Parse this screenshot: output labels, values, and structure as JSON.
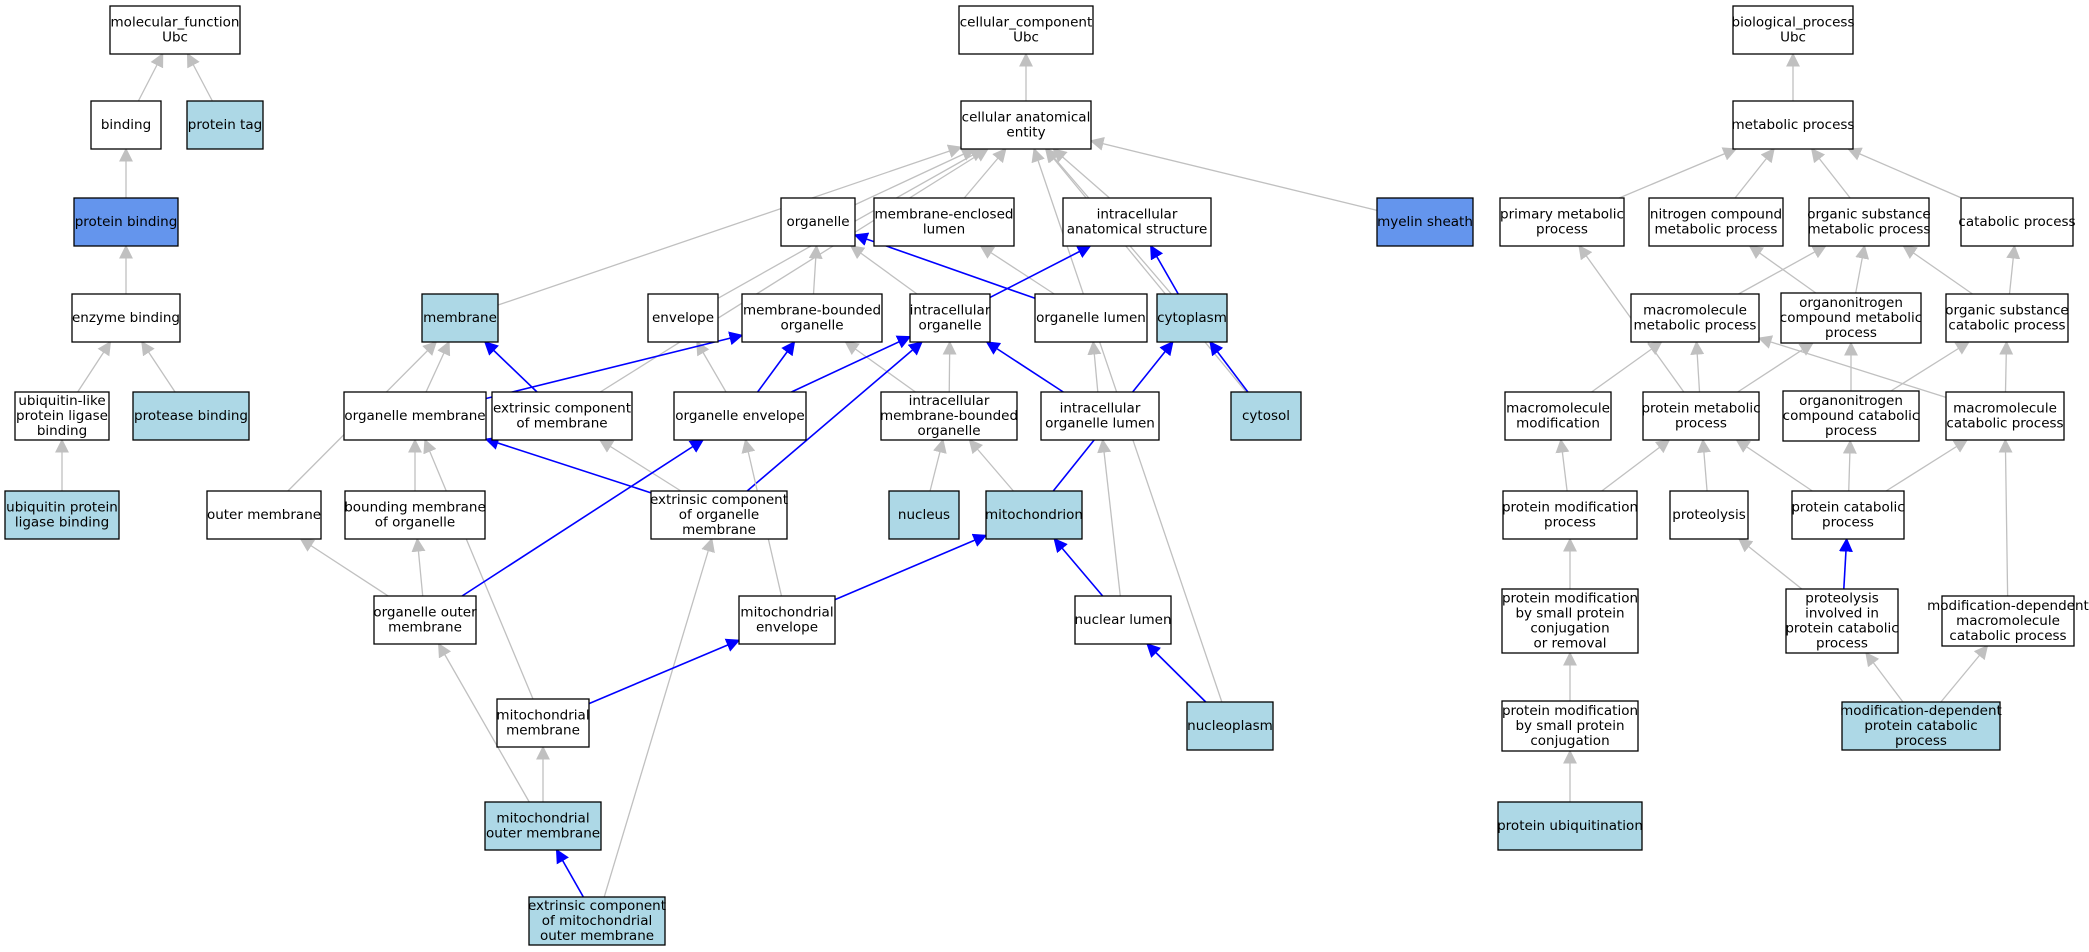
{
  "colors": {
    "white": "#ffffff",
    "light": "#add8e6",
    "strong": "#6495ed",
    "edge_gray": "#c0c0c0",
    "edge_blue": "#0000ff"
  },
  "nodes": [
    {
      "id": "mf",
      "lines": [
        "molecular_function",
        "Ubc"
      ],
      "fill": "white"
    },
    {
      "id": "binding",
      "lines": [
        "binding"
      ],
      "fill": "white"
    },
    {
      "id": "protein_tag",
      "lines": [
        "protein tag"
      ],
      "fill": "light"
    },
    {
      "id": "protein_binding",
      "lines": [
        "protein binding"
      ],
      "fill": "strong"
    },
    {
      "id": "enzyme_binding",
      "lines": [
        "enzyme binding"
      ],
      "fill": "white"
    },
    {
      "id": "ubl_ligase",
      "lines": [
        "ubiquitin-like",
        "protein ligase",
        "binding"
      ],
      "fill": "white"
    },
    {
      "id": "protease_binding",
      "lines": [
        "protease binding"
      ],
      "fill": "light"
    },
    {
      "id": "ub_ligase",
      "lines": [
        "ubiquitin protein",
        "ligase binding"
      ],
      "fill": "light"
    },
    {
      "id": "cc",
      "lines": [
        "cellular_component",
        "Ubc"
      ],
      "fill": "white"
    },
    {
      "id": "cae",
      "lines": [
        "cellular anatomical",
        "entity"
      ],
      "fill": "white"
    },
    {
      "id": "organelle",
      "lines": [
        "organelle"
      ],
      "fill": "white"
    },
    {
      "id": "mel",
      "lines": [
        "membrane-enclosed",
        "lumen"
      ],
      "fill": "white"
    },
    {
      "id": "ias",
      "lines": [
        "intracellular",
        "anatomical structure"
      ],
      "fill": "white"
    },
    {
      "id": "myelin",
      "lines": [
        "myelin sheath"
      ],
      "fill": "strong"
    },
    {
      "id": "membrane",
      "lines": [
        "membrane"
      ],
      "fill": "light"
    },
    {
      "id": "envelope",
      "lines": [
        "envelope"
      ],
      "fill": "white"
    },
    {
      "id": "mbo",
      "lines": [
        "membrane-bounded",
        "organelle"
      ],
      "fill": "white"
    },
    {
      "id": "io",
      "lines": [
        "intracellular",
        "organelle"
      ],
      "fill": "white"
    },
    {
      "id": "org_lumen",
      "lines": [
        "organelle lumen"
      ],
      "fill": "white"
    },
    {
      "id": "cytoplasm",
      "lines": [
        "cytoplasm"
      ],
      "fill": "light"
    },
    {
      "id": "org_mem",
      "lines": [
        "organelle membrane"
      ],
      "fill": "white"
    },
    {
      "id": "ext_mem",
      "lines": [
        "extrinsic component",
        "of membrane"
      ],
      "fill": "white"
    },
    {
      "id": "org_env",
      "lines": [
        "organelle envelope"
      ],
      "fill": "white"
    },
    {
      "id": "imbo",
      "lines": [
        "intracellular",
        "membrane-bounded",
        "organelle"
      ],
      "fill": "white"
    },
    {
      "id": "iol",
      "lines": [
        "intracellular",
        "organelle lumen"
      ],
      "fill": "white"
    },
    {
      "id": "cytosol",
      "lines": [
        "cytosol"
      ],
      "fill": "light"
    },
    {
      "id": "outer_mem",
      "lines": [
        "outer membrane"
      ],
      "fill": "white"
    },
    {
      "id": "bmo",
      "lines": [
        "bounding membrane",
        "of organelle"
      ],
      "fill": "white"
    },
    {
      "id": "ext_org_mem",
      "lines": [
        "extrinsic component",
        "of organelle",
        "membrane"
      ],
      "fill": "white"
    },
    {
      "id": "nucleus",
      "lines": [
        "nucleus"
      ],
      "fill": "light"
    },
    {
      "id": "mito",
      "lines": [
        "mitochondrion"
      ],
      "fill": "light"
    },
    {
      "id": "oom",
      "lines": [
        "organelle outer",
        "membrane"
      ],
      "fill": "white"
    },
    {
      "id": "mito_env",
      "lines": [
        "mitochondrial",
        "envelope"
      ],
      "fill": "white"
    },
    {
      "id": "nuc_lumen",
      "lines": [
        "nuclear lumen"
      ],
      "fill": "white"
    },
    {
      "id": "mito_mem",
      "lines": [
        "mitochondrial",
        "membrane"
      ],
      "fill": "white"
    },
    {
      "id": "nucleoplasm",
      "lines": [
        "nucleoplasm"
      ],
      "fill": "light"
    },
    {
      "id": "mom",
      "lines": [
        "mitochondrial",
        "outer membrane"
      ],
      "fill": "light"
    },
    {
      "id": "ext_mom",
      "lines": [
        "extrinsic component",
        "of mitochondrial",
        "outer membrane"
      ],
      "fill": "light"
    },
    {
      "id": "bp",
      "lines": [
        "biological_process",
        "Ubc"
      ],
      "fill": "white"
    },
    {
      "id": "metab",
      "lines": [
        "metabolic process"
      ],
      "fill": "white"
    },
    {
      "id": "prim_metab",
      "lines": [
        "primary metabolic",
        "process"
      ],
      "fill": "white"
    },
    {
      "id": "nitro_metab",
      "lines": [
        "nitrogen compound",
        "metabolic process"
      ],
      "fill": "white"
    },
    {
      "id": "osm",
      "lines": [
        "organic substance",
        "metabolic process"
      ],
      "fill": "white"
    },
    {
      "id": "catab",
      "lines": [
        "catabolic process"
      ],
      "fill": "white"
    },
    {
      "id": "macro_metab",
      "lines": [
        "macromolecule",
        "metabolic process"
      ],
      "fill": "white"
    },
    {
      "id": "on_metab",
      "lines": [
        "organonitrogen",
        "compound metabolic",
        "process"
      ],
      "fill": "white"
    },
    {
      "id": "os_catab",
      "lines": [
        "organic substance",
        "catabolic process"
      ],
      "fill": "white"
    },
    {
      "id": "macro_mod",
      "lines": [
        "macromolecule",
        "modification"
      ],
      "fill": "white"
    },
    {
      "id": "prot_metab",
      "lines": [
        "protein metabolic",
        "process"
      ],
      "fill": "white"
    },
    {
      "id": "on_catab",
      "lines": [
        "organonitrogen",
        "compound catabolic",
        "process"
      ],
      "fill": "white"
    },
    {
      "id": "macro_catab",
      "lines": [
        "macromolecule",
        "catabolic process"
      ],
      "fill": "white"
    },
    {
      "id": "prot_mod",
      "lines": [
        "protein modification",
        "process"
      ],
      "fill": "white"
    },
    {
      "id": "proteolysis",
      "lines": [
        "proteolysis"
      ],
      "fill": "white"
    },
    {
      "id": "prot_catab",
      "lines": [
        "protein catabolic",
        "process"
      ],
      "fill": "white"
    },
    {
      "id": "pm_spcr",
      "lines": [
        "protein modification",
        "by small protein",
        "conjugation",
        "or removal"
      ],
      "fill": "white"
    },
    {
      "id": "prot_inv",
      "lines": [
        "proteolysis",
        "involved in",
        "protein catabolic",
        "process"
      ],
      "fill": "white"
    },
    {
      "id": "mdmc",
      "lines": [
        "modification-dependent",
        "macromolecule",
        "catabolic process"
      ],
      "fill": "white"
    },
    {
      "id": "pm_spc",
      "lines": [
        "protein modification",
        "by small protein",
        "conjugation"
      ],
      "fill": "white"
    },
    {
      "id": "mdpc",
      "lines": [
        "modification-dependent",
        "protein catabolic",
        "process"
      ],
      "fill": "light"
    },
    {
      "id": "prot_ubiq",
      "lines": [
        "protein ubiquitination"
      ],
      "fill": "light"
    }
  ],
  "edges": [
    {
      "from": "binding",
      "to": "mf",
      "color": "gray"
    },
    {
      "from": "protein_tag",
      "to": "mf",
      "color": "gray"
    },
    {
      "from": "protein_binding",
      "to": "binding",
      "color": "gray"
    },
    {
      "from": "enzyme_binding",
      "to": "protein_binding",
      "color": "gray"
    },
    {
      "from": "ubl_ligase",
      "to": "enzyme_binding",
      "color": "gray"
    },
    {
      "from": "protease_binding",
      "to": "enzyme_binding",
      "color": "gray"
    },
    {
      "from": "ub_ligase",
      "to": "ubl_ligase",
      "color": "gray"
    },
    {
      "from": "cae",
      "to": "cc",
      "color": "gray"
    },
    {
      "from": "organelle",
      "to": "cae",
      "color": "gray"
    },
    {
      "from": "mel",
      "to": "cae",
      "color": "gray"
    },
    {
      "from": "ias",
      "to": "cae",
      "color": "gray"
    },
    {
      "from": "myelin",
      "to": "cae",
      "color": "gray"
    },
    {
      "from": "membrane",
      "to": "cae",
      "color": "gray"
    },
    {
      "from": "envelope",
      "to": "cae",
      "color": "gray"
    },
    {
      "from": "ext_mem",
      "to": "cae",
      "color": "gray"
    },
    {
      "from": "cytoplasm",
      "to": "cae",
      "color": "gray"
    },
    {
      "from": "cytosol",
      "to": "cae",
      "color": "gray"
    },
    {
      "from": "nucleoplasm",
      "to": "cae",
      "color": "gray"
    },
    {
      "from": "mbo",
      "to": "organelle",
      "color": "gray"
    },
    {
      "from": "io",
      "to": "organelle",
      "color": "gray"
    },
    {
      "from": "org_lumen",
      "to": "organelle",
      "color": "blue"
    },
    {
      "from": "org_lumen",
      "to": "mel",
      "color": "gray"
    },
    {
      "from": "io",
      "to": "ias",
      "color": "blue"
    },
    {
      "from": "cytoplasm",
      "to": "ias",
      "color": "blue"
    },
    {
      "from": "org_mem",
      "to": "membrane",
      "color": "gray"
    },
    {
      "from": "ext_mem",
      "to": "membrane",
      "color": "blue"
    },
    {
      "from": "outer_mem",
      "to": "membrane",
      "color": "gray"
    },
    {
      "from": "org_env",
      "to": "envelope",
      "color": "gray"
    },
    {
      "from": "org_mem",
      "to": "mbo",
      "color": "blue"
    },
    {
      "from": "org_env",
      "to": "mbo",
      "color": "blue"
    },
    {
      "from": "imbo",
      "to": "mbo",
      "color": "gray"
    },
    {
      "from": "org_env",
      "to": "io",
      "color": "blue"
    },
    {
      "from": "imbo",
      "to": "io",
      "color": "gray"
    },
    {
      "from": "iol",
      "to": "io",
      "color": "blue"
    },
    {
      "from": "ext_org_mem",
      "to": "io",
      "color": "blue"
    },
    {
      "from": "iol",
      "to": "org_lumen",
      "color": "gray"
    },
    {
      "from": "cytosol",
      "to": "cytoplasm",
      "color": "blue"
    },
    {
      "from": "mito",
      "to": "cytoplasm",
      "color": "blue"
    },
    {
      "from": "bmo",
      "to": "org_mem",
      "color": "gray"
    },
    {
      "from": "ext_org_mem",
      "to": "org_mem",
      "color": "blue"
    },
    {
      "from": "mito_mem",
      "to": "org_mem",
      "color": "gray"
    },
    {
      "from": "ext_org_mem",
      "to": "ext_mem",
      "color": "gray"
    },
    {
      "from": "oom",
      "to": "org_env",
      "color": "blue"
    },
    {
      "from": "mito_env",
      "to": "org_env",
      "color": "gray"
    },
    {
      "from": "nucleus",
      "to": "imbo",
      "color": "gray"
    },
    {
      "from": "mito",
      "to": "imbo",
      "color": "gray"
    },
    {
      "from": "nuc_lumen",
      "to": "iol",
      "color": "gray"
    },
    {
      "from": "oom",
      "to": "outer_mem",
      "color": "gray"
    },
    {
      "from": "oom",
      "to": "bmo",
      "color": "gray"
    },
    {
      "from": "ext_mom",
      "to": "ext_org_mem",
      "color": "gray"
    },
    {
      "from": "mito_env",
      "to": "mito",
      "color": "blue"
    },
    {
      "from": "nuc_lumen",
      "to": "mito",
      "color": "blue"
    },
    {
      "from": "mom",
      "to": "oom",
      "color": "gray"
    },
    {
      "from": "mito_mem",
      "to": "mito_env",
      "color": "blue"
    },
    {
      "from": "nucleoplasm",
      "to": "nuc_lumen",
      "color": "blue"
    },
    {
      "from": "mom",
      "to": "mito_mem",
      "color": "gray"
    },
    {
      "from": "ext_mom",
      "to": "mom",
      "color": "blue"
    },
    {
      "from": "metab",
      "to": "bp",
      "color": "gray"
    },
    {
      "from": "prim_metab",
      "to": "metab",
      "color": "gray"
    },
    {
      "from": "nitro_metab",
      "to": "metab",
      "color": "gray"
    },
    {
      "from": "osm",
      "to": "metab",
      "color": "gray"
    },
    {
      "from": "catab",
      "to": "metab",
      "color": "gray"
    },
    {
      "from": "macro_metab",
      "to": "osm",
      "color": "gray"
    },
    {
      "from": "on_metab",
      "to": "nitro_metab",
      "color": "gray"
    },
    {
      "from": "on_metab",
      "to": "osm",
      "color": "gray"
    },
    {
      "from": "os_catab",
      "to": "osm",
      "color": "gray"
    },
    {
      "from": "os_catab",
      "to": "catab",
      "color": "gray"
    },
    {
      "from": "prot_metab",
      "to": "prim_metab",
      "color": "gray"
    },
    {
      "from": "macro_mod",
      "to": "macro_metab",
      "color": "gray"
    },
    {
      "from": "prot_metab",
      "to": "macro_metab",
      "color": "gray"
    },
    {
      "from": "prot_metab",
      "to": "on_metab",
      "color": "gray"
    },
    {
      "from": "on_catab",
      "to": "on_metab",
      "color": "gray"
    },
    {
      "from": "on_catab",
      "to": "os_catab",
      "color": "gray"
    },
    {
      "from": "macro_catab",
      "to": "os_catab",
      "color": "gray"
    },
    {
      "from": "macro_catab",
      "to": "macro_metab",
      "color": "gray"
    },
    {
      "from": "prot_mod",
      "to": "macro_mod",
      "color": "gray"
    },
    {
      "from": "prot_mod",
      "to": "prot_metab",
      "color": "gray"
    },
    {
      "from": "proteolysis",
      "to": "prot_metab",
      "color": "gray"
    },
    {
      "from": "prot_catab",
      "to": "prot_metab",
      "color": "gray"
    },
    {
      "from": "prot_catab",
      "to": "on_catab",
      "color": "gray"
    },
    {
      "from": "prot_catab",
      "to": "macro_catab",
      "color": "gray"
    },
    {
      "from": "pm_spcr",
      "to": "prot_mod",
      "color": "gray"
    },
    {
      "from": "prot_inv",
      "to": "proteolysis",
      "color": "gray"
    },
    {
      "from": "prot_inv",
      "to": "prot_catab",
      "color": "blue"
    },
    {
      "from": "mdmc",
      "to": "macro_catab",
      "color": "gray"
    },
    {
      "from": "pm_spc",
      "to": "pm_spcr",
      "color": "gray"
    },
    {
      "from": "mdpc",
      "to": "prot_inv",
      "color": "gray"
    },
    {
      "from": "mdpc",
      "to": "mdmc",
      "color": "gray"
    },
    {
      "from": "prot_ubiq",
      "to": "pm_spc",
      "color": "gray"
    }
  ]
}
